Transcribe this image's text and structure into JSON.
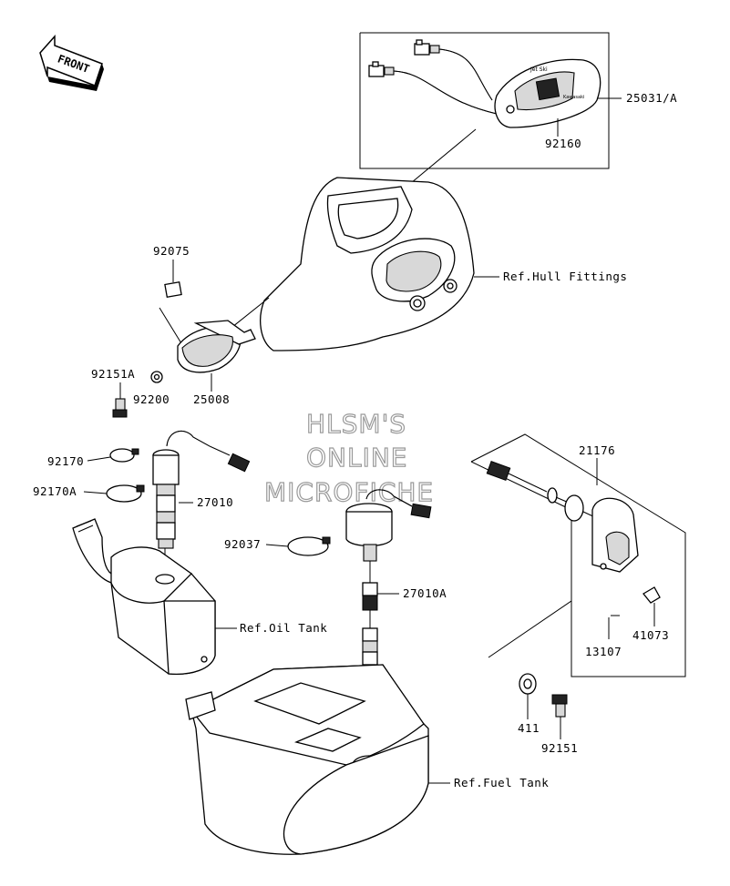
{
  "front_badge": "FRONT",
  "watermark": [
    "HLSM'S",
    "ONLINE",
    "MICROFICHE"
  ],
  "labels": {
    "p25031A": "25031/A",
    "p92160": "92160",
    "refHull": "Ref.Hull Fittings",
    "p92075": "92075",
    "p92151A": "92151A",
    "p92200": "92200",
    "p25008": "25008",
    "p92170": "92170",
    "p92170A": "92170A",
    "p27010": "27010",
    "p92037": "92037",
    "p27010A": "27010A",
    "refOil": "Ref.Oil Tank",
    "refFuel": "Ref.Fuel Tank",
    "p21176": "21176",
    "p41073": "41073",
    "p13107": "13107",
    "p411": "411",
    "p92151": "92151"
  },
  "gauge_text": [
    "Jet Ski",
    "Kawasaki"
  ]
}
